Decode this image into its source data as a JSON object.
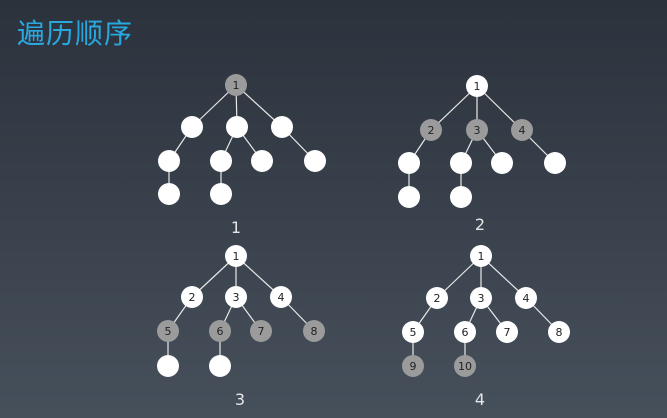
{
  "title": "遍历顺序",
  "diagrams": [
    {
      "caption": "1",
      "nodes": [
        {
          "id": "a",
          "label": "1",
          "state": "gray"
        },
        {
          "id": "b",
          "label": "",
          "state": "white"
        },
        {
          "id": "c",
          "label": "",
          "state": "white"
        },
        {
          "id": "d",
          "label": "",
          "state": "white"
        },
        {
          "id": "e",
          "label": "",
          "state": "white"
        },
        {
          "id": "f",
          "label": "",
          "state": "white"
        },
        {
          "id": "g",
          "label": "",
          "state": "white"
        },
        {
          "id": "h",
          "label": "",
          "state": "white"
        },
        {
          "id": "i",
          "label": "",
          "state": "white"
        },
        {
          "id": "j",
          "label": "",
          "state": "white"
        }
      ]
    },
    {
      "caption": "2",
      "nodes": [
        {
          "id": "a",
          "label": "1",
          "state": "white"
        },
        {
          "id": "b",
          "label": "2",
          "state": "gray"
        },
        {
          "id": "c",
          "label": "3",
          "state": "gray"
        },
        {
          "id": "d",
          "label": "4",
          "state": "gray"
        },
        {
          "id": "e",
          "label": "",
          "state": "white"
        },
        {
          "id": "f",
          "label": "",
          "state": "white"
        },
        {
          "id": "g",
          "label": "",
          "state": "white"
        },
        {
          "id": "h",
          "label": "",
          "state": "white"
        },
        {
          "id": "i",
          "label": "",
          "state": "white"
        },
        {
          "id": "j",
          "label": "",
          "state": "white"
        }
      ]
    },
    {
      "caption": "3",
      "nodes": [
        {
          "id": "a",
          "label": "1",
          "state": "white"
        },
        {
          "id": "b",
          "label": "2",
          "state": "white"
        },
        {
          "id": "c",
          "label": "3",
          "state": "white"
        },
        {
          "id": "d",
          "label": "4",
          "state": "white"
        },
        {
          "id": "e",
          "label": "5",
          "state": "gray"
        },
        {
          "id": "f",
          "label": "6",
          "state": "gray"
        },
        {
          "id": "g",
          "label": "7",
          "state": "gray"
        },
        {
          "id": "h",
          "label": "8",
          "state": "gray"
        },
        {
          "id": "i",
          "label": "",
          "state": "white"
        },
        {
          "id": "j",
          "label": "",
          "state": "white"
        }
      ]
    },
    {
      "caption": "4",
      "nodes": [
        {
          "id": "a",
          "label": "1",
          "state": "white"
        },
        {
          "id": "b",
          "label": "2",
          "state": "white"
        },
        {
          "id": "c",
          "label": "3",
          "state": "white"
        },
        {
          "id": "d",
          "label": "4",
          "state": "white"
        },
        {
          "id": "e",
          "label": "5",
          "state": "white"
        },
        {
          "id": "f",
          "label": "6",
          "state": "white"
        },
        {
          "id": "g",
          "label": "7",
          "state": "white"
        },
        {
          "id": "h",
          "label": "8",
          "state": "white"
        },
        {
          "id": "i",
          "label": "9",
          "state": "gray"
        },
        {
          "id": "j",
          "label": "10",
          "state": "gray"
        }
      ]
    }
  ]
}
